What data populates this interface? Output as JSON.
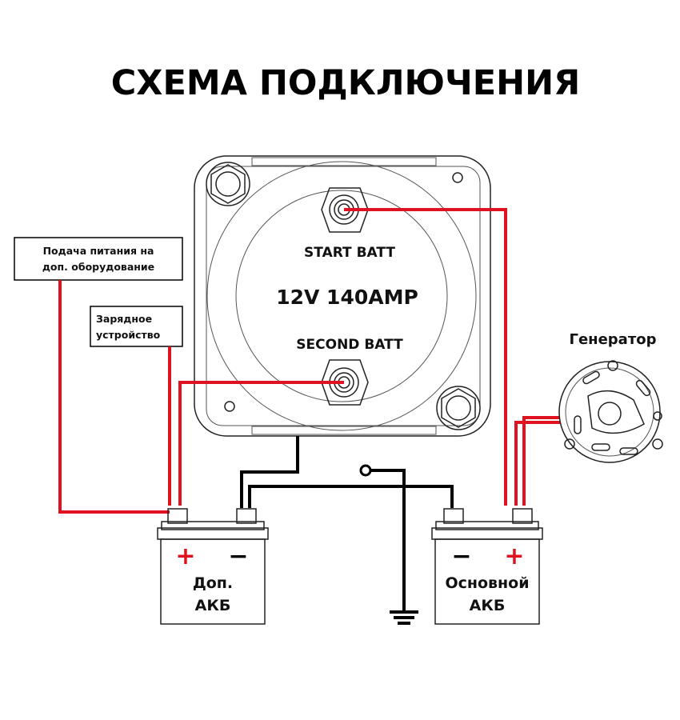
{
  "title": "СХЕМА ПОДКЛЮЧЕНИЯ",
  "relay": {
    "start_label": "START BATT",
    "rating_label": "12V 140AMP",
    "second_label": "SECOND BATT"
  },
  "boxes": {
    "power_line1": "Подача питания на",
    "power_line2": "доп. оборудование",
    "charger_line1": "Зарядное",
    "charger_line2": "устройство"
  },
  "generator_label": "Генератор",
  "aux_battery": {
    "line1": "Доп.",
    "line2": "АКБ",
    "plus": "+",
    "minus": "−"
  },
  "main_battery": {
    "line1": "Основной",
    "line2": "АКБ",
    "plus": "+",
    "minus": "−"
  },
  "colors": {
    "wire_positive": "#e0121f",
    "wire_negative": "#000000"
  }
}
